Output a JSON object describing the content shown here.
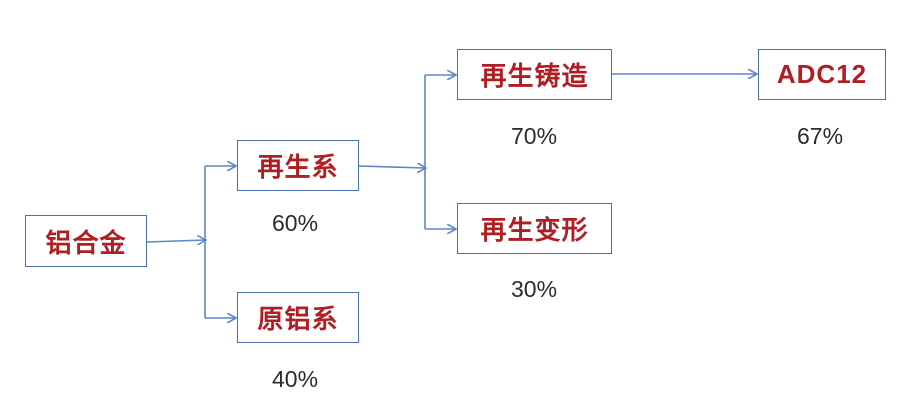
{
  "nodes": {
    "alloy": "铝合金",
    "recycled": "再生系",
    "primary": "原铝系",
    "cast": "再生铸造",
    "wrought": "再生变形",
    "adc12": "ADC12"
  },
  "percentages": {
    "recycled": "60%",
    "primary": "40%",
    "cast": "70%",
    "wrought": "30%",
    "adc12": "67%"
  },
  "colors": {
    "node_text": "#b01e23",
    "node_border": "#4a6fb1",
    "connector": "#5b86c8",
    "percentage_text": "#2b2b2b"
  },
  "connectors": [
    {
      "from": "铝合金",
      "to": "再生系"
    },
    {
      "from": "铝合金",
      "to": "原铝系"
    },
    {
      "from": "再生系",
      "to": "再生铸造"
    },
    {
      "from": "再生系",
      "to": "再生变形"
    },
    {
      "from": "再生铸造",
      "to": "ADC12"
    }
  ]
}
